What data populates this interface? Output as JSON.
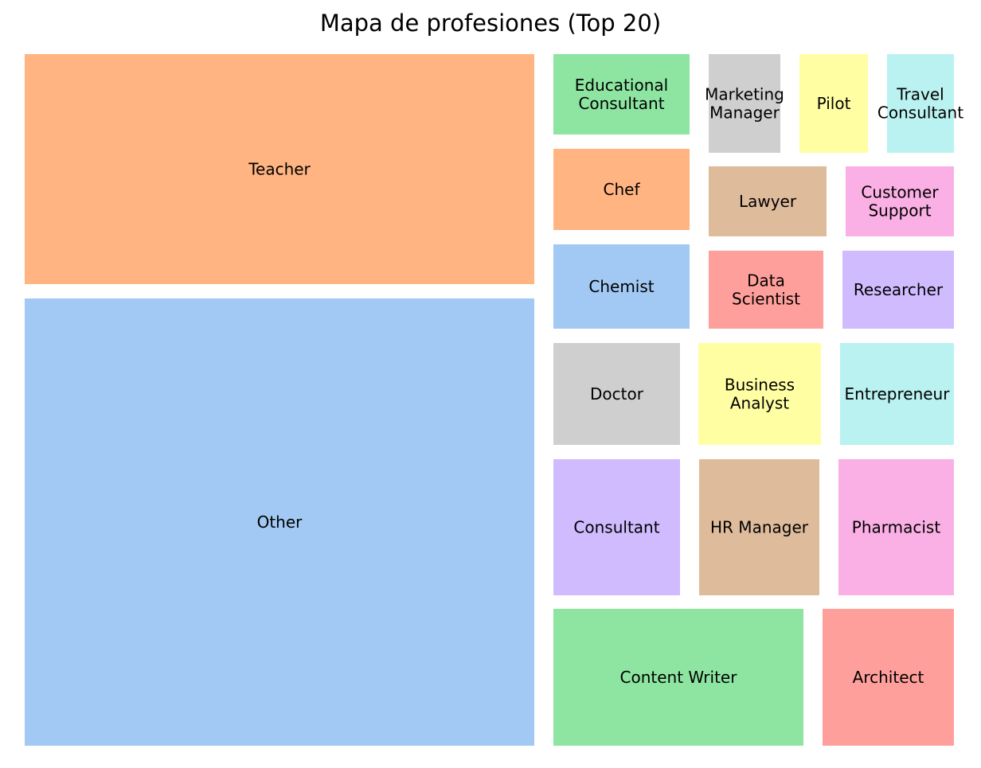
{
  "chart_data": {
    "type": "treemap",
    "title": "Mapa de profesiones (Top 20)",
    "tiles": [
      {
        "label": [
          "Teacher"
        ],
        "color": "#ffb482"
      },
      {
        "label": [
          "Other"
        ],
        "color": "#a1c9f4"
      },
      {
        "label": [
          "Educational",
          "Consultant"
        ],
        "color": "#8de5a1"
      },
      {
        "label": [
          "Marketing",
          "Manager"
        ],
        "color": "#cfcfcf"
      },
      {
        "label": [
          "Pilot"
        ],
        "color": "#fffea3"
      },
      {
        "label": [
          "Travel",
          "Consultant"
        ],
        "color": "#b9f2f0"
      },
      {
        "label": [
          "Chef"
        ],
        "color": "#ffb482"
      },
      {
        "label": [
          "Lawyer"
        ],
        "color": "#debb9b"
      },
      {
        "label": [
          "Customer",
          "Support"
        ],
        "color": "#fab0e4"
      },
      {
        "label": [
          "Chemist"
        ],
        "color": "#a1c9f4"
      },
      {
        "label": [
          "Data",
          "Scientist"
        ],
        "color": "#ff9f9b"
      },
      {
        "label": [
          "Researcher"
        ],
        "color": "#d0bbff"
      },
      {
        "label": [
          "Doctor"
        ],
        "color": "#cfcfcf"
      },
      {
        "label": [
          "Business",
          "Analyst"
        ],
        "color": "#fffea3"
      },
      {
        "label": [
          "Entrepreneur"
        ],
        "color": "#b9f2f0"
      },
      {
        "label": [
          "Consultant"
        ],
        "color": "#d0bbff"
      },
      {
        "label": [
          "HR Manager"
        ],
        "color": "#debb9b"
      },
      {
        "label": [
          "Pharmacist"
        ],
        "color": "#fab0e4"
      },
      {
        "label": [
          "Content Writer"
        ],
        "color": "#8de5a1"
      },
      {
        "label": [
          "Architect"
        ],
        "color": "#ff9f9b"
      }
    ]
  }
}
